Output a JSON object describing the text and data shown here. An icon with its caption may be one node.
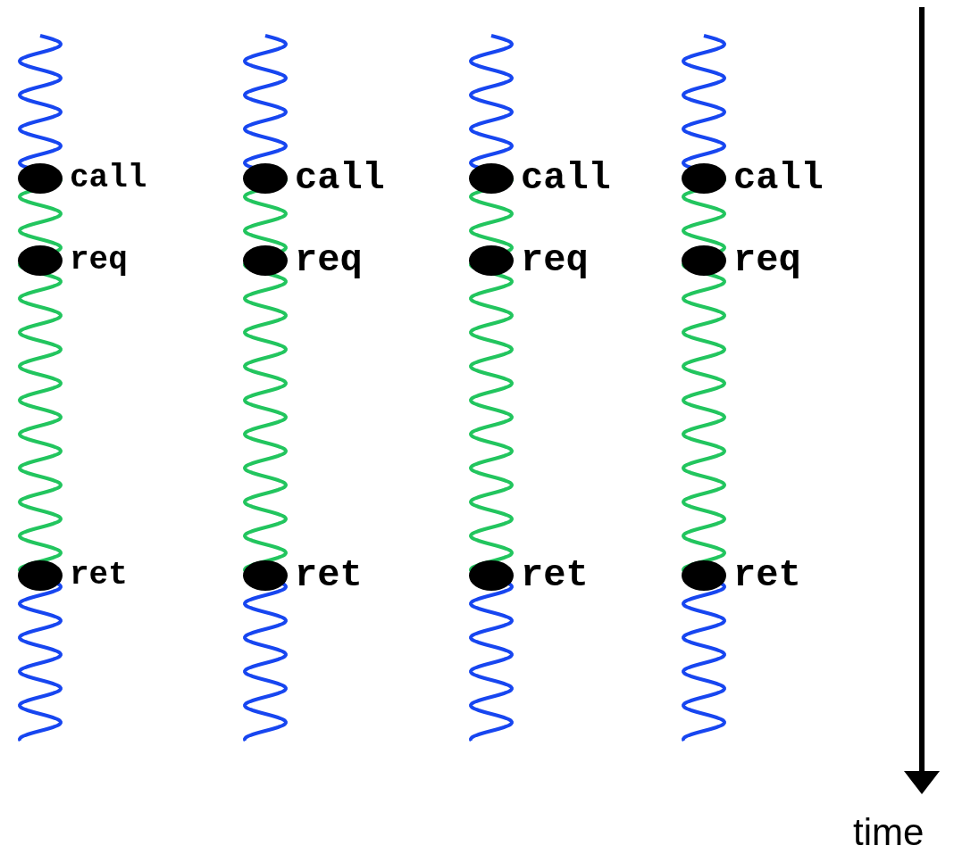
{
  "diagram": {
    "nodes": [
      {
        "text": [],
        "shape": "circle",
        "beside": [
          "call"
        ]
      },
      {
        "text": [],
        "shape": "circle",
        "beside": [
          "req"
        ]
      },
      {
        "text": [],
        "shape": "circle",
        "beside": [
          "ret"
        ]
      },
      {
        "text": [],
        "shape": "circle",
        "beside": [
          "call"
        ]
      },
      {
        "text": [],
        "shape": "circle",
        "beside": [
          "req"
        ]
      },
      {
        "text": [],
        "shape": "circle",
        "beside": [
          "ret"
        ]
      },
      {
        "text": [],
        "shape": "circle",
        "beside": [
          "call"
        ]
      },
      {
        "text": [],
        "shape": "circle",
        "beside": [
          "req"
        ]
      },
      {
        "text": [],
        "shape": "circle",
        "beside": [
          "ret"
        ]
      },
      {
        "text": [],
        "shape": "circle",
        "beside": [
          "call"
        ]
      },
      {
        "text": [],
        "shape": "circle",
        "beside": [
          "req"
        ]
      },
      {
        "text": [],
        "shape": "circle",
        "beside": [
          "ret"
        ]
      }
    ],
    "labels": [
      "time"
    ]
  }
}
